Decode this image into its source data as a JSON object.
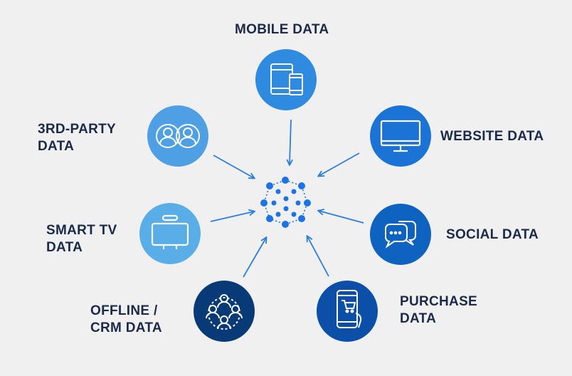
{
  "sources": [
    {
      "id": "mobile",
      "line1": "MOBILE DATA",
      "line2": "",
      "icon": "tablet-phone-icon",
      "color": "#2f8be0"
    },
    {
      "id": "website",
      "line1": "WEBSITE DATA",
      "line2": "",
      "icon": "monitor-icon",
      "color": "#1a73d5"
    },
    {
      "id": "social",
      "line1": "SOCIAL DATA",
      "line2": "",
      "icon": "chat-bubbles-icon",
      "color": "#0d63bf"
    },
    {
      "id": "purchase",
      "line1": "PURCHASE",
      "line2": "DATA",
      "icon": "phone-shopping-cart-icon",
      "color": "#0b4fa8"
    },
    {
      "id": "offline",
      "line1": "OFFLINE /",
      "line2": "CRM DATA",
      "icon": "people-network-icon",
      "color": "#073a76"
    },
    {
      "id": "smarttv",
      "line1": "SMART TV",
      "line2": "DATA",
      "icon": "tv-icon",
      "color": "#5aaee8"
    },
    {
      "id": "thirdparty",
      "line1": "3RD-PARTY",
      "line2": "DATA",
      "icon": "user-profiles-icon",
      "color": "#4e9fe3"
    }
  ],
  "hub": {
    "icon": "data-hub-icon",
    "color": "#1a73e8"
  },
  "arrow_color": "#2a7de1"
}
